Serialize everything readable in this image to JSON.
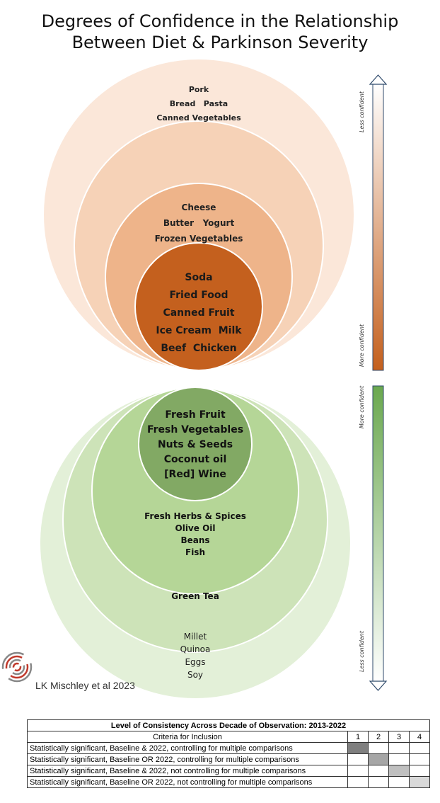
{
  "title": {
    "line1": "Degrees of Confidence in the Relationship",
    "line2": "Between Diet & Parkinson Severity"
  },
  "colors": {
    "orange_ring_1": "#fbe7d9",
    "orange_ring_2": "#f6d2b7",
    "orange_ring_3": "#eeb48a",
    "orange_core": "#c4601e",
    "green_ring_1": "#e3f0d8",
    "green_ring_2": "#cde3b8",
    "green_ring_3": "#b5d697",
    "green_core": "#82a964",
    "arrow_green": "#6aa84f"
  },
  "harmful": {
    "outer": [
      "Pork",
      "Bread   Pasta",
      "Canned Vegetables"
    ],
    "middle": [
      "Cheese",
      "Butter   Yogurt",
      "Frozen Vegetables"
    ],
    "core": [
      "Soda",
      "Fried Food",
      "Canned Fruit",
      "Ice Cream  Milk",
      "Beef  Chicken"
    ]
  },
  "protective": {
    "core": [
      "Fresh Fruit",
      "Fresh Vegetables",
      "Nuts & Seeds",
      "Coconut oil",
      "[Red] Wine"
    ],
    "ring3": [
      "Fresh Herbs & Spices",
      "Olive Oil",
      "Beans",
      "Fish"
    ],
    "ring2": [
      "Green Tea"
    ],
    "ring1": [
      "Millet",
      "Quinoa",
      "Eggs",
      "Soy"
    ]
  },
  "confidence": {
    "less": "Less confident",
    "more": "More confident"
  },
  "credit": "LK Mischley et al 2023",
  "table": {
    "header": "Level of Consistency Across Decade of Observation: 2013-2022",
    "criteria_label": "Criteria for Inclusion",
    "levels": [
      "1",
      "2",
      "3",
      "4"
    ],
    "rows": [
      {
        "text": "Statistically significant, Baseline & 2022, controlling for multiple comparisons",
        "level": 1
      },
      {
        "text": "Statistically significant, Baseline OR 2022, controlling for multiple comparisons",
        "level": 2
      },
      {
        "text": "Statistically significant, Baseline & 2022, not controlling for multiple comparisons",
        "level": 3
      },
      {
        "text": "Statistically significant, Baseline OR 2022, not controlling for multiple comparisons",
        "level": 4
      }
    ],
    "level_shades": [
      "#7f7f7f",
      "#a6a6a6",
      "#bfbfbf",
      "#d9d9d9"
    ]
  }
}
